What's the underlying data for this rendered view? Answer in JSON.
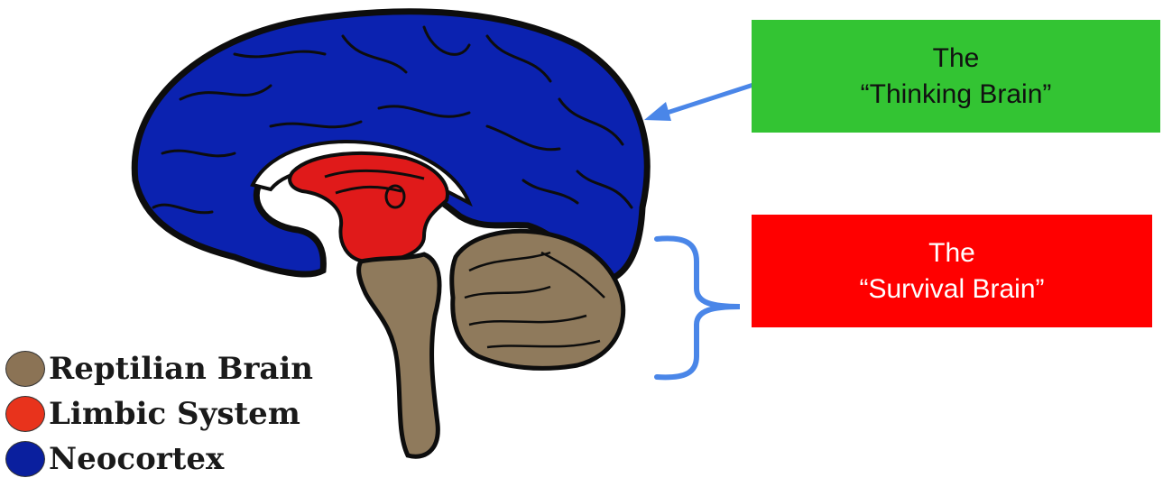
{
  "callouts": {
    "thinking": {
      "line1": "The",
      "line2": "“Thinking Brain”",
      "fill": "#33c433",
      "text_color": "#111111"
    },
    "survival": {
      "line1": "The",
      "line2": "“Survival Brain”",
      "fill": "#ff0000",
      "text_color": "#ffffff"
    }
  },
  "legend": {
    "items": [
      {
        "label": "Reptilian Brain",
        "color": "#8b7355"
      },
      {
        "label": "Limbic System",
        "color": "#e8331c"
      },
      {
        "label": "Neocortex",
        "color": "#0a1f9e"
      }
    ]
  },
  "colors": {
    "neocortex": "#0b22b0",
    "limbic": "#e01a1a",
    "reptilian": "#8f7a5c",
    "arrow": "#4a86e8",
    "outline": "#0d0d0d"
  }
}
